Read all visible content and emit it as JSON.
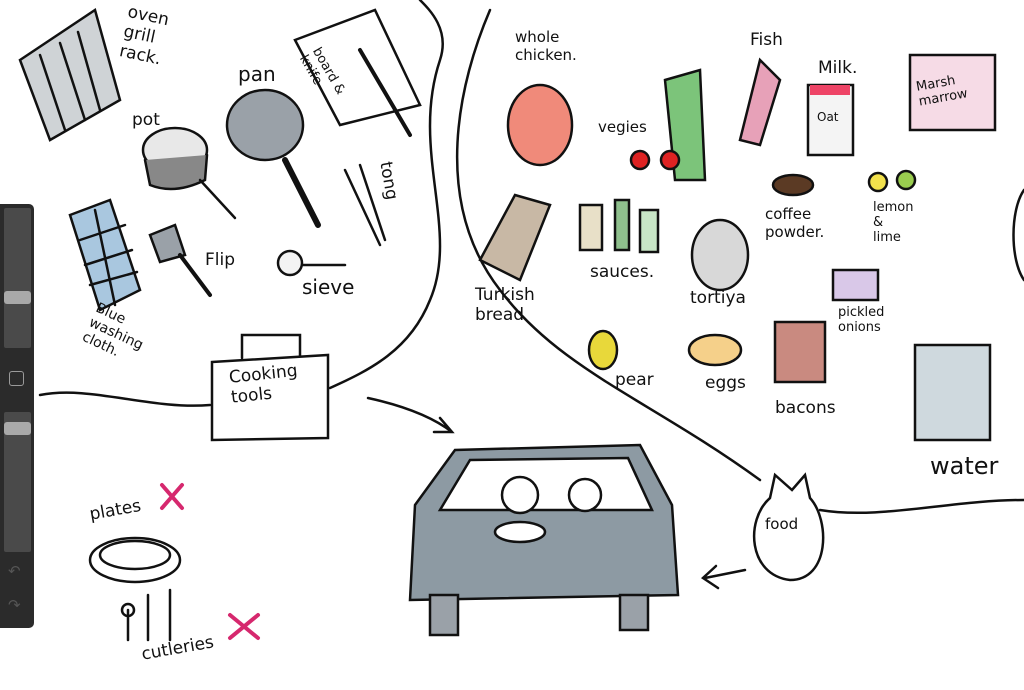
{
  "toolbar": {
    "brush_size": 0.35,
    "opacity": 0.92,
    "modify_button": "square-button",
    "undo_icon": "undo-icon",
    "redo_icon": "redo-icon"
  },
  "sketch": {
    "labels": {
      "oven_rack": "oven\ngrill\nrack.",
      "pot": "pot",
      "pan": "pan",
      "board_knife": "board &\nknife",
      "tong": "tong",
      "flip": "Flip",
      "sieve": "sieve",
      "cloth": "Blue\nwashing\ncloth.",
      "cooking_tools": "Cooking\ntools",
      "plates": "plates",
      "cutleries": "cutleries",
      "whole_chicken": "whole\nchicken.",
      "vegies": "vegies",
      "fish": "Fish",
      "milk": "Milk.",
      "milk_carton": "Oat",
      "marshmallow": "Marsh\nmarrow",
      "coffee": "coffee\npowder.",
      "lemon_lime": "lemon\n&\nlime",
      "turkish_bread": "Turkish\nbread",
      "sauces": "sauces.",
      "tortiya": "tortiya",
      "pickled_onions": "pickled\nonions",
      "pear": "pear",
      "eggs": "eggs",
      "bacons": "bacons",
      "water": "water",
      "food": "food"
    },
    "colors": {
      "cross": "#d6286e",
      "chicken": "#f08a7a",
      "veg": "#7cc47a",
      "grey": "#8d9aa3",
      "blue": "#a9c7df"
    }
  }
}
